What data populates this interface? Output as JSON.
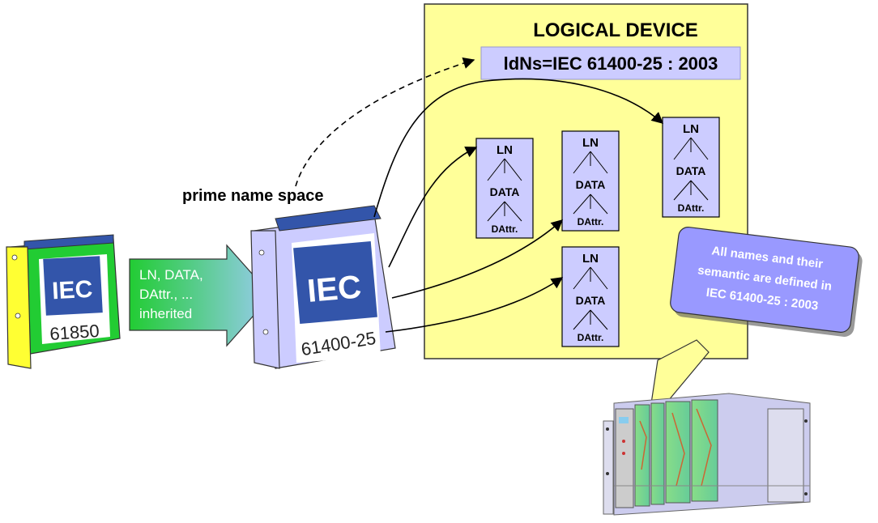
{
  "logical_device": {
    "title": "LOGICAL DEVICE",
    "ldns_label": "ldNs=IEC 61400-25 : 2003"
  },
  "prime_name_space_label": "prime name space",
  "books": {
    "base": {
      "logo": "IEC",
      "number": "61850"
    },
    "derived": {
      "logo": "IEC",
      "number": "61400-25"
    }
  },
  "arrow": {
    "lines": [
      "LN, DATA,",
      "DAttr., ...",
      "inherited"
    ]
  },
  "ln_boxes": [
    {
      "ln": "LN",
      "data": "DATA",
      "dattr": "DAttr."
    },
    {
      "ln": "LN",
      "data": "DATA",
      "dattr": "DAttr."
    },
    {
      "ln": "LN",
      "data": "DATA",
      "dattr": "DAttr."
    },
    {
      "ln": "LN",
      "data": "DATA",
      "dattr": "DAttr."
    }
  ],
  "callout": {
    "lines": [
      "All names and their",
      "semantic are defined in",
      "IEC 61400-25 : 2003"
    ]
  },
  "colors": {
    "logical_device_fill": "#ffff99",
    "ldns_fill": "#ccccff",
    "box_fill": "#ccccff",
    "callout_fill": "#9999ff",
    "book_blue": "#3355aa",
    "book_green": "#22cc33",
    "book_yellow": "#ffff33",
    "binder_lavender": "#ccccff"
  }
}
